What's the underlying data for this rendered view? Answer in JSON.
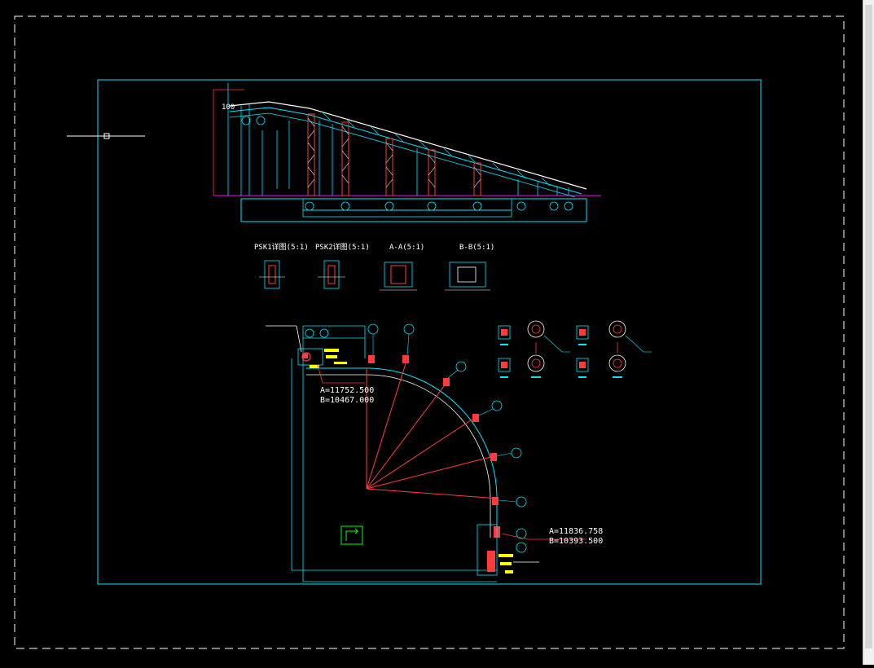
{
  "colors": {
    "background": "#000000",
    "frame": "#00e5ff",
    "paper_border": "#ffffff",
    "member": "#ff3b3b",
    "annotation": "#ffff00",
    "section_line": "#ff00ff",
    "marker": "#00ff00"
  },
  "section_titles": {
    "psk1": "PSK1详图(5:1)",
    "psk2": "PSK2详图(5:1)",
    "aa": "A-A(5:1)",
    "bb": "B-B(5:1)"
  },
  "coord_1": {
    "a": "A=11752.500",
    "b": "B=10467.000"
  },
  "coord_2": {
    "a": "A=11836.758",
    "b": "B=10393.500"
  },
  "elevation_label": "100",
  "icons": {
    "ucs": "ucs-icon",
    "crosshair": "crosshair-cursor-icon"
  }
}
